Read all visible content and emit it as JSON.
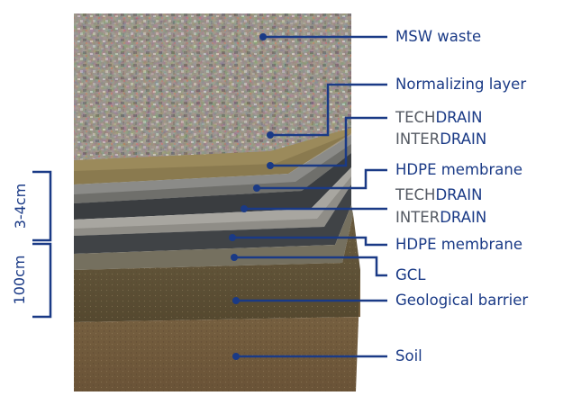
{
  "colors": {
    "accent": "#1a3a86",
    "gray_text": "#555a63"
  },
  "labels": {
    "msw": "MSW waste",
    "normalizing": "Normalizing layer",
    "techdrain_1_a": "TECH",
    "techdrain_1_b": "DRAIN",
    "interdrain_1_a": "INTER",
    "interdrain_1_b": "DRAIN",
    "hdpe_1": "HDPE membrane",
    "techdrain_2_a": "TECH",
    "techdrain_2_b": "DRAIN",
    "interdrain_2_a": "INTER",
    "interdrain_2_b": "DRAIN",
    "hdpe_2": "HDPE membrane",
    "gcl": "GCL",
    "geological": "Geological barrier",
    "soil": "Soil"
  },
  "dimensions": {
    "upper": "3-4cm",
    "lower": "100cm"
  }
}
